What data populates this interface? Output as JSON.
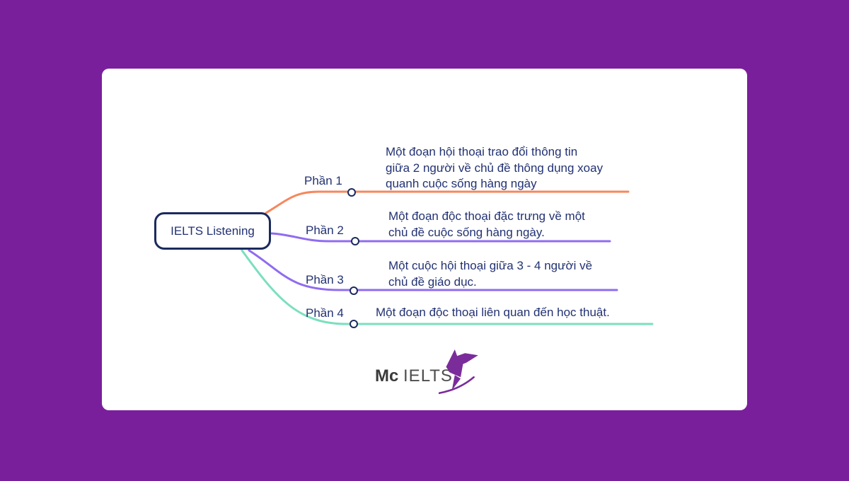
{
  "root": {
    "label": "IELTS Listening"
  },
  "branches": [
    {
      "label": "Phần 1",
      "color": "#F6875C",
      "desc_lines": [
        "Một đoạn hội thoại trao đổi thông tin",
        "giữa 2 người về chủ đề thông dụng xoay",
        "quanh cuộc sống hàng ngày"
      ]
    },
    {
      "label": "Phần 2",
      "color": "#8F6CF0",
      "desc_lines": [
        "Một đoạn độc thoại đặc trưng về một",
        "chủ đề cuộc sống hàng ngày."
      ]
    },
    {
      "label": "Phần 3",
      "color": "#8F6CF0",
      "desc_lines": [
        "Một cuộc hội thoại giữa 3 - 4 người về",
        "chủ đề giáo dục."
      ]
    },
    {
      "label": "Phần 4",
      "color": "#7BDFBF",
      "desc_lines": [
        "Một đoạn độc thoại liên quan đến học thuật."
      ]
    }
  ],
  "logo": {
    "brand_bold": "Mc",
    "brand_rest": "IELTS",
    "bird_icon": "hummingbird-icon",
    "bird_color": "#7B2C9B"
  },
  "colors": {
    "background": "#7A1F9B",
    "card": "#FFFFFF",
    "text_navy": "#223273",
    "node_border": "#1B2A5E",
    "branch_1": "#F6875C",
    "branch_2": "#8F6CF0",
    "branch_3": "#8F6CF0",
    "branch_4": "#7BDFBF"
  }
}
